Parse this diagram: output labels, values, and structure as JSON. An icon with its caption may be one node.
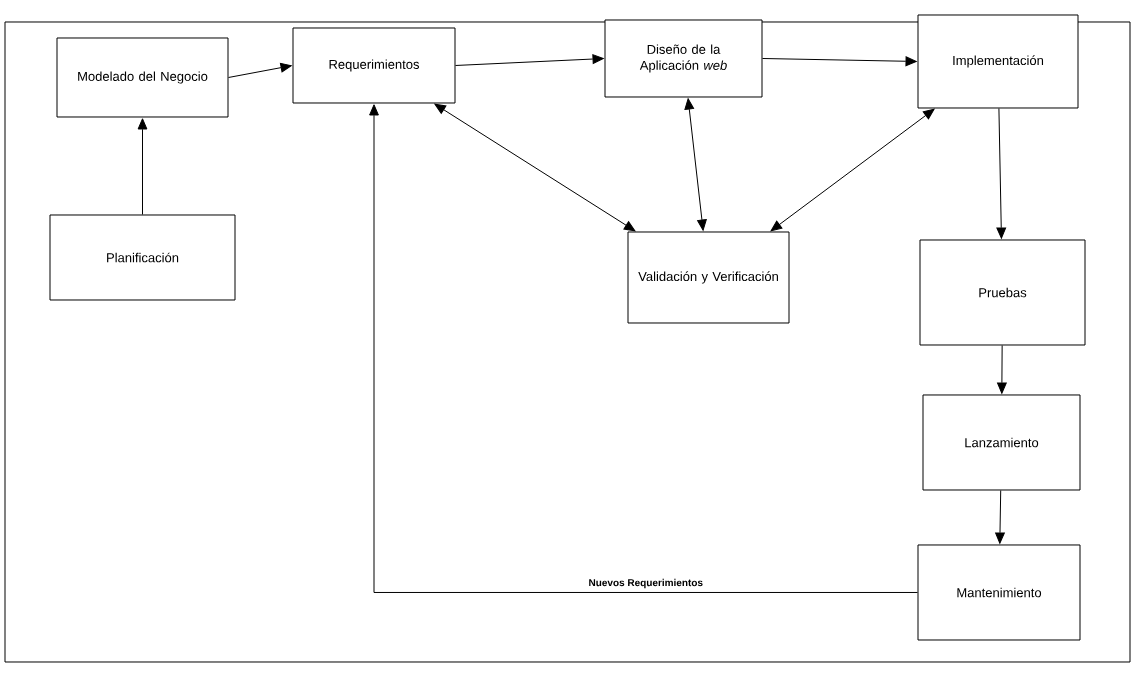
{
  "diagram": {
    "nodes": [
      {
        "text": [
          "Modelado del Negocio"
        ]
      },
      {
        "text": [
          "Requerimientos"
        ]
      },
      {
        "text": [
          "Diseño de la Aplicación *web*"
        ]
      },
      {
        "text": [
          "Implementación"
        ]
      },
      {
        "text": [
          "Planificación"
        ]
      },
      {
        "text": [
          "Validación y Verificación"
        ]
      },
      {
        "text": [
          "Pruebas"
        ]
      },
      {
        "text": [
          "Lanzamiento"
        ]
      },
      {
        "text": [
          "Mantenimiento"
        ]
      }
    ],
    "edges": [
      {
        "from": 4,
        "to": 0,
        "arrow": "to"
      },
      {
        "from": 0,
        "to": 1,
        "arrow": "to"
      },
      {
        "from": 1,
        "to": 2,
        "arrow": "to"
      },
      {
        "from": 2,
        "to": 3,
        "arrow": "to"
      },
      {
        "from": 1,
        "to": 5,
        "arrow": "both"
      },
      {
        "from": 2,
        "to": 5,
        "arrow": "both"
      },
      {
        "from": 3,
        "to": 5,
        "arrow": "both"
      },
      {
        "from": 3,
        "to": 6,
        "arrow": "to"
      },
      {
        "from": 6,
        "to": 7,
        "arrow": "to"
      },
      {
        "from": 7,
        "to": 8,
        "arrow": "to"
      },
      {
        "from": 8,
        "to": 1,
        "arrow": "to",
        "label": "Nuevos Requerimientos"
      }
    ]
  }
}
